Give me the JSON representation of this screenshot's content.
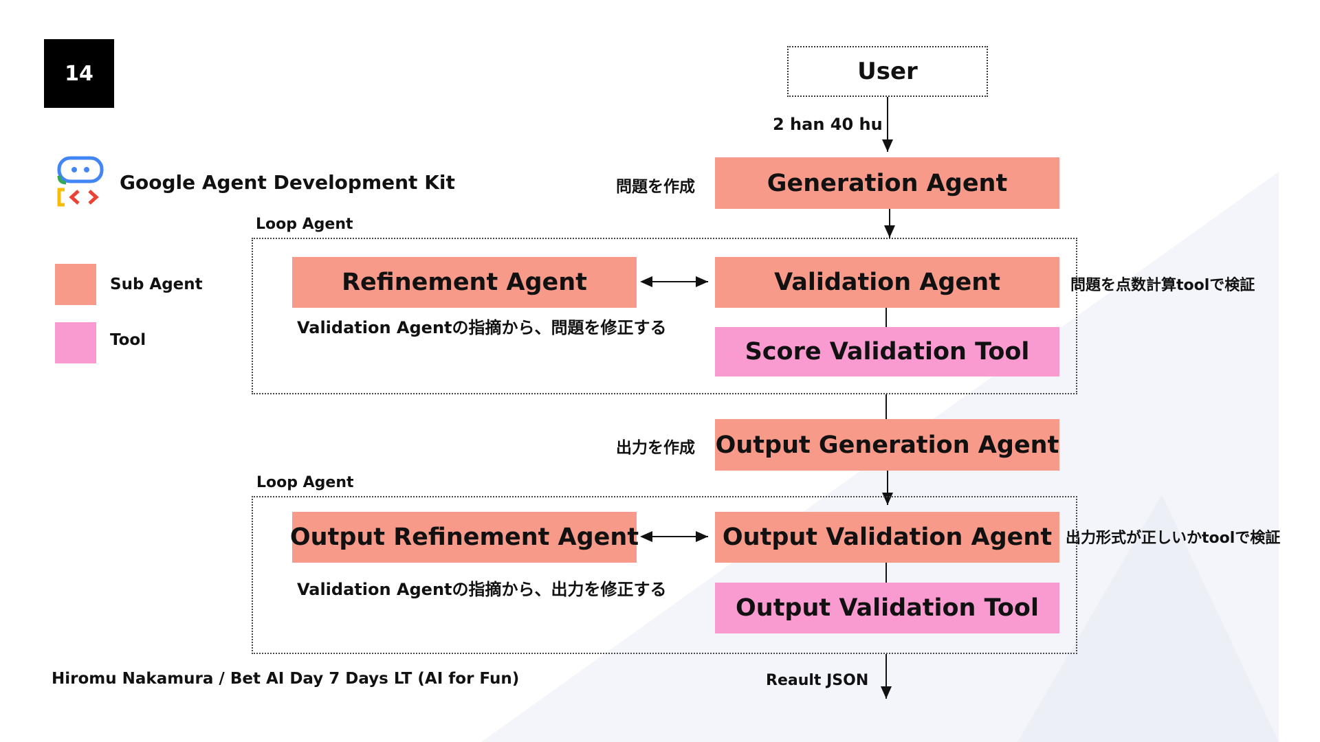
{
  "slide": {
    "page_number": "14",
    "kit_title": "Google Agent Development Kit",
    "footer": "Hiromu Nakamura / Bet AI Day 7 Days LT (AI for Fun)"
  },
  "legend": {
    "sub_agent": "Sub Agent",
    "tool": "Tool",
    "sub_agent_color": "#f89a8a",
    "tool_color": "#f99ad0"
  },
  "diagram": {
    "user": "User",
    "input_label": "2 han 40 hu",
    "generation_agent": "Generation Agent",
    "generation_note": "問題を作成",
    "loop1_label": "Loop Agent",
    "refinement_agent": "Refinement Agent",
    "refinement_note": "Validation Agentの指摘から、問題を修正する",
    "validation_agent": "Validation Agent",
    "validation_note": "問題を点数計算toolで検証",
    "score_validation_tool": "Score Validation Tool",
    "output_generation_agent": "Output Generation Agent",
    "output_generation_note": "出力を作成",
    "loop2_label": "Loop Agent",
    "output_refinement_agent": "Output Refinement Agent",
    "output_refinement_note": "Validation Agentの指摘から、出力を修正する",
    "output_validation_agent": "Output Validation Agent",
    "output_validation_note": "出力形式が正しいかtoolで検証",
    "output_validation_tool": "Output Validation Tool",
    "result_label": "Reault JSON"
  }
}
